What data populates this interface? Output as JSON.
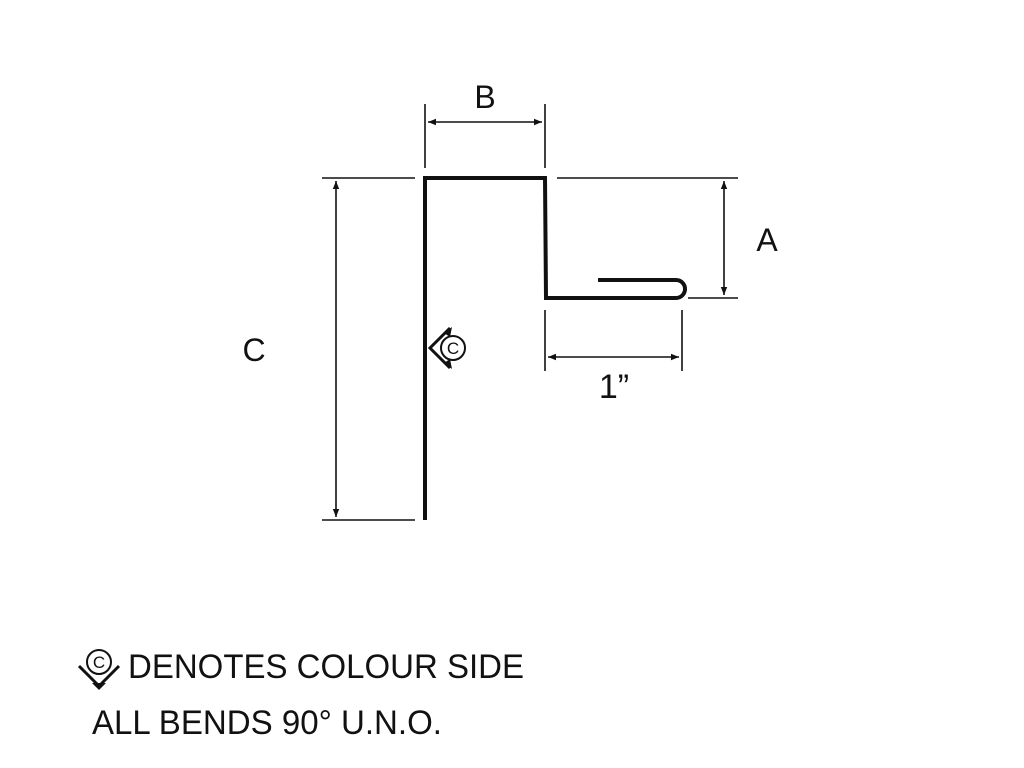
{
  "diagram": {
    "dimension_labels": {
      "a": "A",
      "b": "B",
      "c": "C",
      "hem": "1”"
    },
    "colour_side_symbol": "C",
    "legend": {
      "symbol": "C",
      "line1": "DENOTES COLOUR SIDE",
      "line2": "ALL BENDS 90° U.N.O."
    }
  }
}
